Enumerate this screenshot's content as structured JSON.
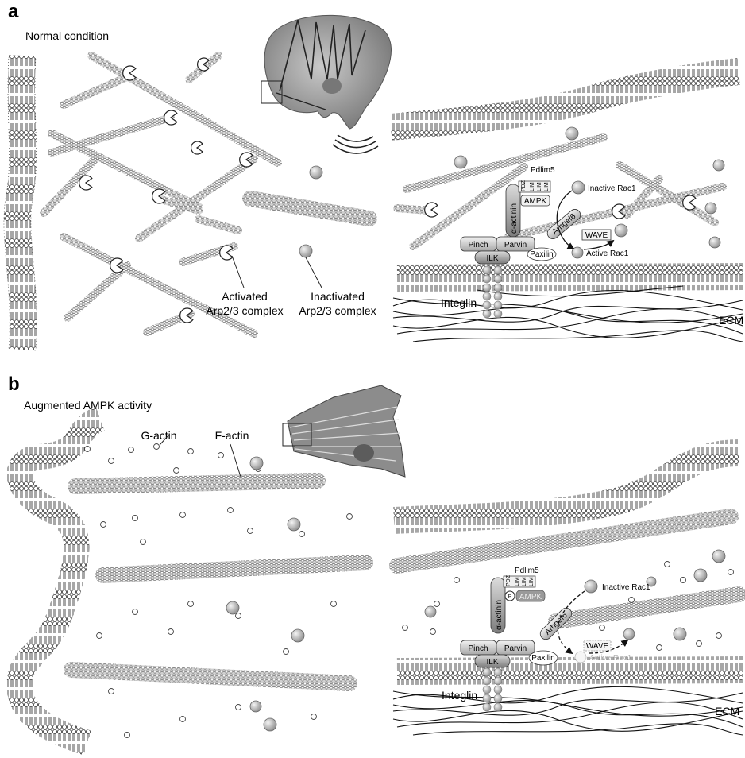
{
  "panel_a": {
    "letter": "a",
    "condition": "Normal condition",
    "activated_label": [
      "Activated",
      "Arp2/3 complex"
    ],
    "inactivated_label": [
      "Inactivated",
      "Arp2/3 complex"
    ],
    "detail": {
      "pdlim5": "Pdlim5",
      "pdz": "PDZ",
      "lim": [
        "LIM",
        "LIM",
        "LIM"
      ],
      "ampk": "AMPK",
      "alpha_actinin": "α-actinin",
      "inactive_rac1": "Inactive Rac1",
      "active_rac1": "Active Rac1",
      "arhgef6": "Arhgef6",
      "wave": "WAVE",
      "pinch": "Pinch",
      "parvin": "Parvin",
      "paxilin": "Paxilin",
      "ilk": "ILK",
      "integlin": "Integlin",
      "ecm": "ECM"
    }
  },
  "panel_b": {
    "letter": "b",
    "condition": "Augmented AMPK activity",
    "g_actin": "G-actin",
    "f_actin": "F-actin",
    "detail": {
      "pdlim5": "Pdlim5",
      "pdz": "PDZ",
      "lim": [
        "LIM",
        "LIM",
        "LIM"
      ],
      "phospho": "P",
      "ampk": "AMPK",
      "alpha_actinin": "α-actinin",
      "inactive_rac1": "Inactive Rac1",
      "active_rac1": "Active Rac1",
      "arhgef6": "Arhgef6",
      "wave": "WAVE",
      "pinch": "Pinch",
      "parvin": "Parvin",
      "paxilin": "Paxilin",
      "ilk": "ILK",
      "integlin": "Integlin",
      "ecm": "ECM"
    }
  }
}
